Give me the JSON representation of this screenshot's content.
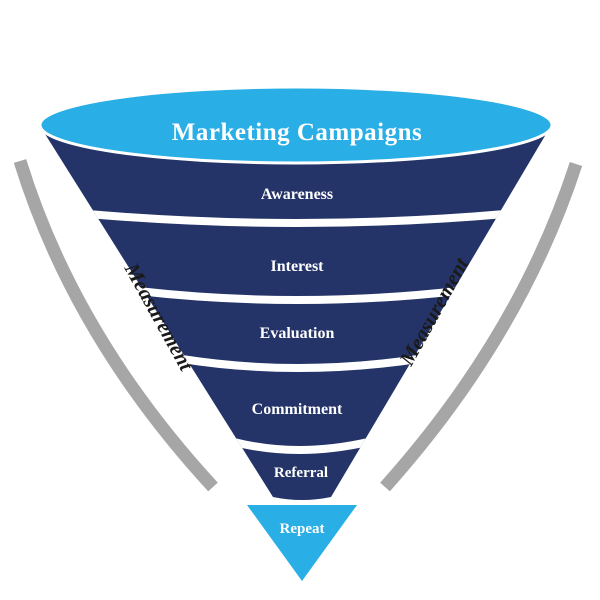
{
  "diagram": {
    "type": "marketing-funnel",
    "top_label": "Marketing Campaigns",
    "stages": [
      {
        "label": "Awareness"
      },
      {
        "label": "Interest"
      },
      {
        "label": "Evaluation"
      },
      {
        "label": "Commitment"
      },
      {
        "label": "Referral"
      }
    ],
    "bottom_label": "Repeat",
    "side_labels": {
      "left": "Measurement",
      "right": "Measurement"
    }
  },
  "colors": {
    "cyan": "#29AEE6",
    "navy": "#253468",
    "gray": "#A6A6A6",
    "white": "#FFFFFF",
    "text_dark": "#1A1A1A"
  }
}
